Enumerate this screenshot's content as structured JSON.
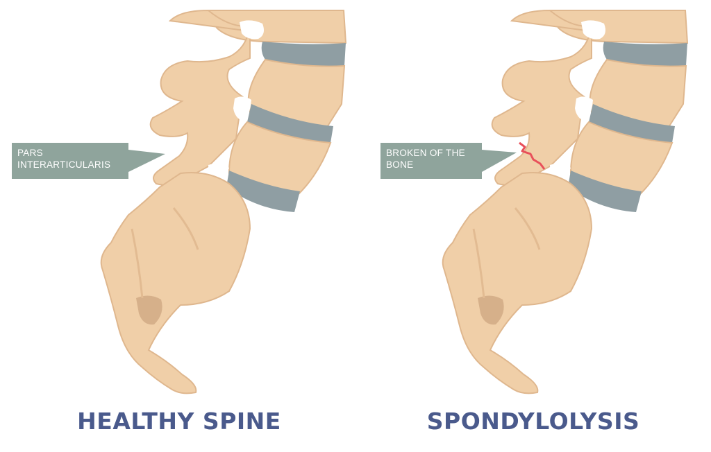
{
  "panels": [
    {
      "caption": "HEALTHY SPINE",
      "callout": {
        "line1": "PARS",
        "line2": "INTERARTICULARIS"
      },
      "fracture_shown": false
    },
    {
      "caption": "SPONDYLOLYSIS",
      "callout": {
        "line1": "BROKEN OF THE",
        "line2": "BONE"
      },
      "fracture_shown": true
    }
  ],
  "colors": {
    "bone": "#f0cfa8",
    "bone_outline": "#dfb78e",
    "bone_shadow": "#e2bb92",
    "disc": "#8f9ea3",
    "canal_tan": "#d6b08a",
    "callout_bg": "#8fa49c",
    "fracture": "#e8505a",
    "caption": "#4a5a8c"
  }
}
